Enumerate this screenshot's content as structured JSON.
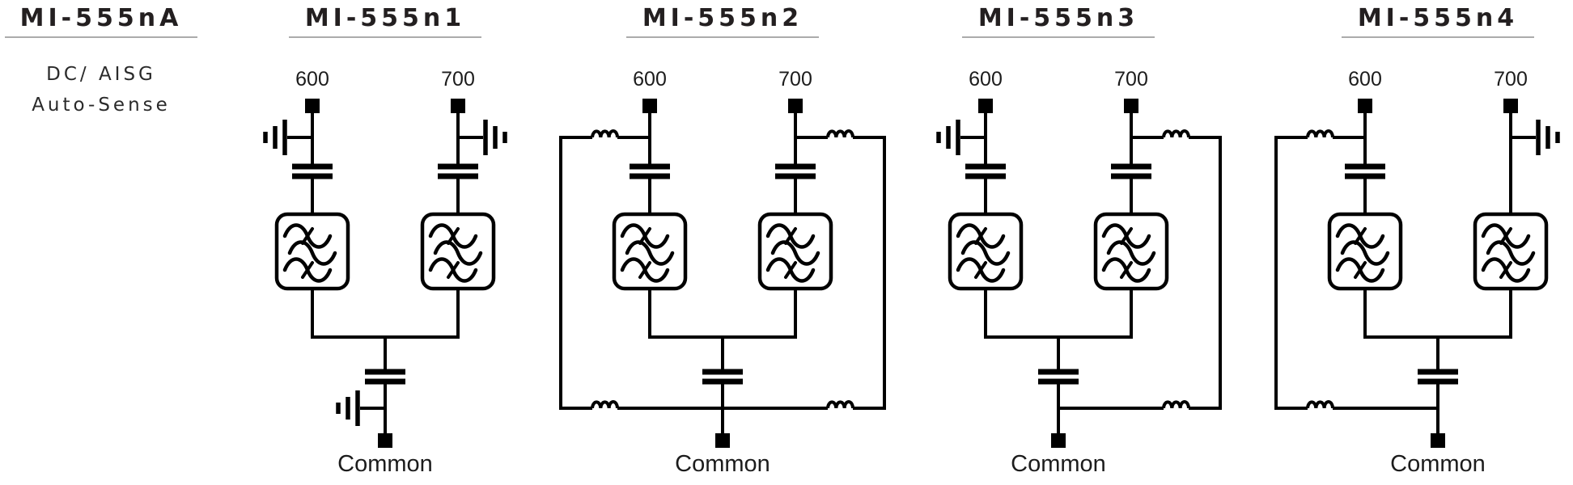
{
  "page": {
    "background": "#ffffff"
  },
  "colors": {
    "ink": "#000000",
    "heading": "#231f20",
    "label": "#1c1c1c",
    "rule": "#ababab"
  },
  "columns": [
    {
      "key": "mi-555na",
      "title": "MI-555nA",
      "note_lines": [
        "DC/ AISG",
        "Auto-Sense"
      ]
    },
    {
      "key": "mi-555n1",
      "title": "MI-555n1",
      "ports": [
        "600",
        "700"
      ],
      "common": "Common",
      "topology": {
        "port_600": "shunt ground, series capacitor, band-pass filter",
        "port_700": "shunt ground, series capacitor, band-pass filter",
        "common_path": "series capacitor with shunt ground before Common port"
      }
    },
    {
      "key": "mi-555n2",
      "title": "MI-555n2",
      "ports": [
        "600",
        "700"
      ],
      "common": "Common",
      "topology": {
        "port_600": "choke bypass rail to common node, series capacitor, band-pass filter",
        "port_700": "choke bypass rail to common node, series capacitor, band-pass filter",
        "common_path": "series capacitor; common node joined to both choke bypass rails before Common port"
      }
    },
    {
      "key": "mi-555n3",
      "title": "MI-555n3",
      "ports": [
        "600",
        "700"
      ],
      "common": "Common",
      "topology": {
        "port_600": "shunt ground, series capacitor, band-pass filter",
        "port_700": "choke bypass rail to common node, series capacitor, band-pass filter",
        "common_path": "series capacitor; common node joined to right choke bypass rail before Common port"
      }
    },
    {
      "key": "mi-555n4",
      "title": "MI-555n4",
      "ports": [
        "600",
        "700"
      ],
      "common": "Common",
      "topology": {
        "port_600": "choke bypass rail to common node, series capacitor, band-pass filter",
        "port_700": "shunt ground, direct connection to band-pass filter (no series capacitor)",
        "common_path": "series capacitor; common node joined to left choke bypass rail before Common port"
      }
    }
  ]
}
